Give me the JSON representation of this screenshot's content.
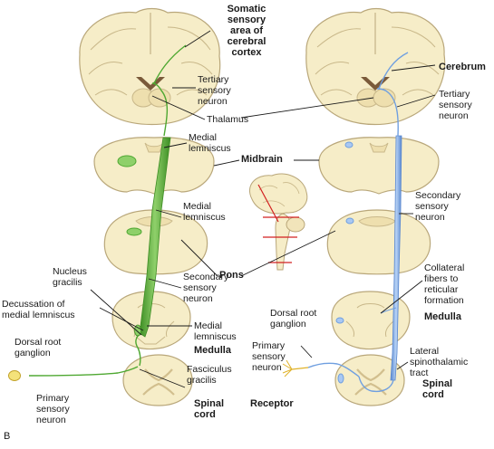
{
  "panel_letter": "B",
  "labels": {
    "somatic_cortex": "Somatic\nsensory\narea of\ncerebral\ncortex",
    "cerebrum": "Cerebrum",
    "tertiary_left": "Tertiary\nsensory\nneuron",
    "tertiary_right": "Tertiary\nsensory\nneuron",
    "thalamus": "Thalamus",
    "medial_lemniscus_1": "Medial\nlemniscus",
    "midbrain": "Midbrain",
    "medial_lemniscus_2": "Medial\nlemniscus",
    "secondary_right": "Secondary\nsensory\nneuron",
    "pons": "Pons",
    "nucleus_gracilis": "Nucleus\ngracilis",
    "secondary_left": "Secondary\nsensory\nneuron",
    "collateral_fibers": "Collateral\nfibers to\nreticular\nformation",
    "decussation": "Decussation of\nmedial lemniscus",
    "medial_lemniscus_3": "Medial\nlemniscus",
    "medulla_left": "Medulla",
    "medulla_right": "Medulla",
    "dorsal_root_left": "Dorsal root\nganglion",
    "dorsal_root_right": "Dorsal root\nganglion",
    "fasciculus_gracilis": "Fasciculus\ngracilis",
    "primary_right": "Primary\nsensory\nneuron",
    "lateral_spinothalamic": "Lateral\nspinothalamic\ntract",
    "spinal_cord_left": "Spinal\ncord",
    "spinal_cord_right": "Spinal\ncord",
    "receptor": "Receptor",
    "primary_left": "Primary\nsensory\nneuron"
  },
  "colors": {
    "tissue": "#f6edc8",
    "tissue_edge": "#b9a77a",
    "gray_matter": "#eedfae",
    "green_tract": "#4fa832",
    "green_light": "#8fd06a",
    "blue_tract": "#6f9fe0",
    "blue_light": "#a9c8f2",
    "leader": "#1a1a1a",
    "cut_line": "#d22020"
  }
}
